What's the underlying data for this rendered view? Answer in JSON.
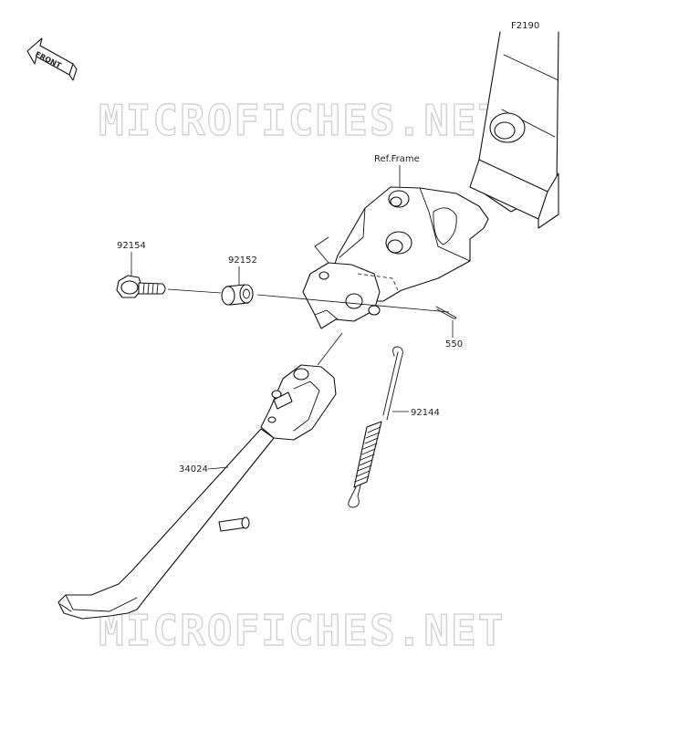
{
  "diagram": {
    "code": "F2190",
    "front_label": "FRONT",
    "watermark": "MICROFICHES.NET",
    "ref_label": "Ref.Frame",
    "parts": [
      {
        "id": "92154"
      },
      {
        "id": "92152"
      },
      {
        "id": "550"
      },
      {
        "id": "92144"
      },
      {
        "id": "34024"
      }
    ]
  }
}
